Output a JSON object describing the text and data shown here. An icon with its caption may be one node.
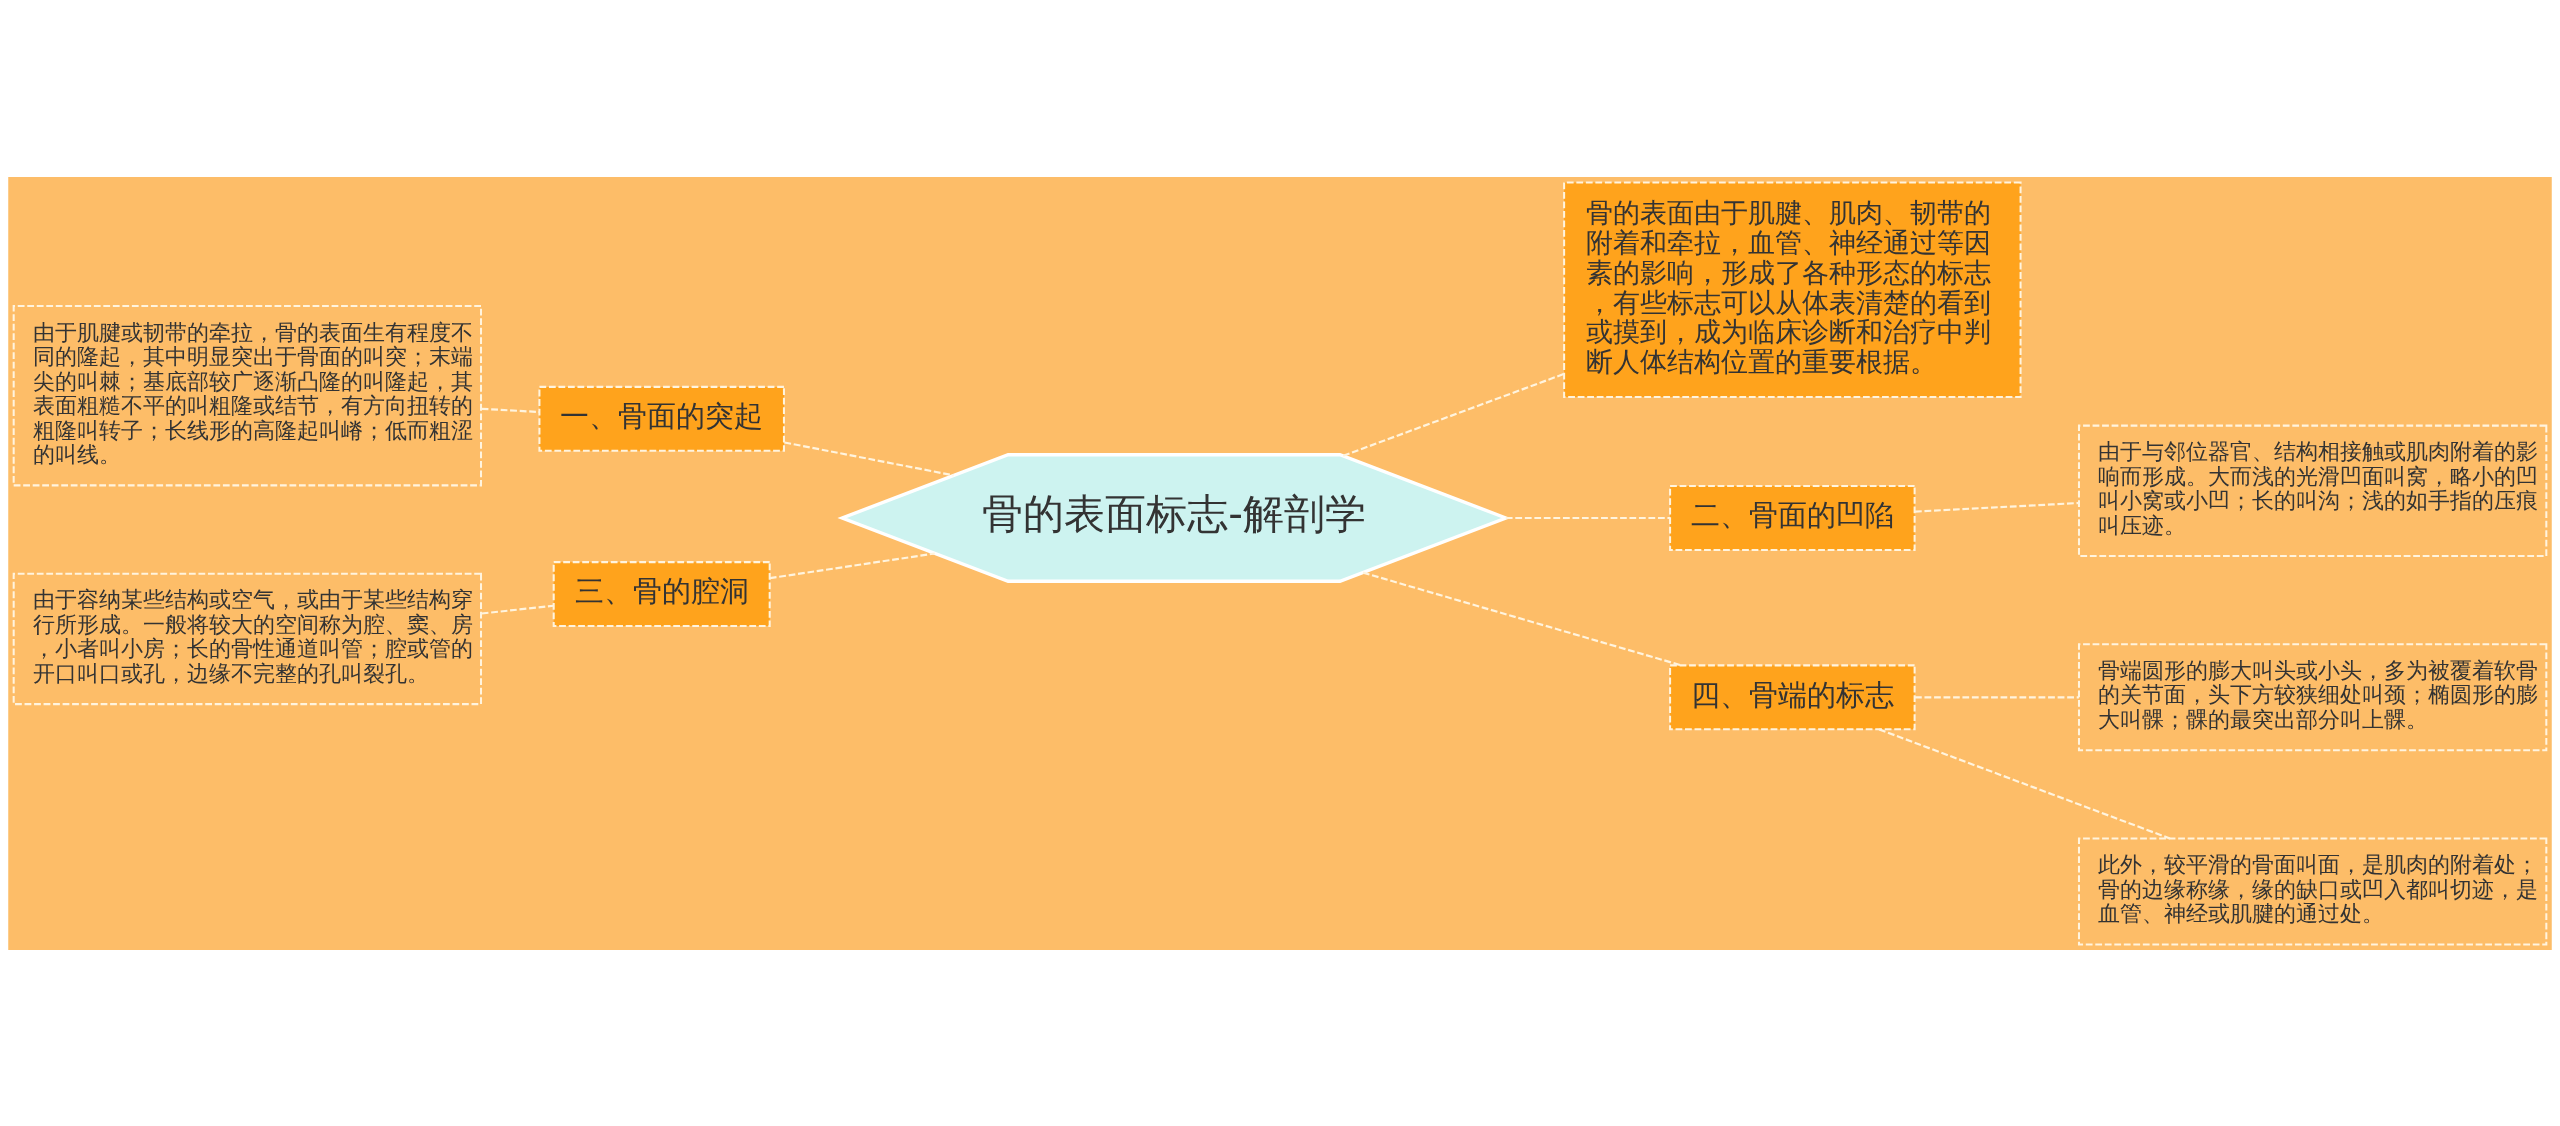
{
  "diagram": {
    "nodes": [
      {
        "text": [
          "骨的表面标志-解剖学"
        ]
      },
      {
        "text": [
          "一、骨面的突起"
        ]
      },
      {
        "text": [
          "由于肌腱或韧带的牵拉，骨的表面生有程度不同的隆起，其中明显突出于骨面的叫突；末端尖的叫棘；基底部较广逐渐凸隆的叫隆起，其表面粗糙不平的叫粗隆或结节，有方向扭转的粗隆叫转子；长线形的高隆起叫嵴；低而粗涩的叫线。"
        ]
      },
      {
        "text": [
          "三、骨的腔洞"
        ]
      },
      {
        "text": [
          "由于容纳某些结构或空气，或由于某些结构穿行所形成。一般将较大的空间称为腔、窦、房，小者叫小房；长的骨性通道叫管；腔或管的开口叫口或孔，边缘不完整的孔叫裂孔。"
        ]
      },
      {
        "text": [
          "骨的表面由于肌腱、肌肉、韧带的附着和牵拉，血管、神经通过等因素的影响，形成了各种形态的标志，有些标志可以从体表清楚的看到或摸到，成为临床诊断和治疗中判断人体结构位置的重要根据。"
        ]
      },
      {
        "text": [
          "二、骨面的凹陷"
        ]
      },
      {
        "text": [
          "由于与邻位器官、结构相接触或肌肉附着的影响而形成。大而浅的光滑凹面叫窝，略小的凹叫小窝或小凹；长的叫沟；浅的如手指的压痕叫压迹。"
        ]
      },
      {
        "text": [
          "四、骨端的标志"
        ]
      },
      {
        "text": [
          "骨端圆形的膨大叫头或小头，多为被覆着软骨的关节面，头下方较狭细处叫颈；椭圆形的膨大叫髁；髁的最突出部分叫上髁。"
        ]
      },
      {
        "text": [
          "此外，较平滑的骨面叫面，是肌肉的附着处；骨的边缘称缘，缘的缺口或凹入都叫切迹，是血管、神经或肌腱的通过处。"
        ]
      }
    ],
    "edges": [
      {
        "from": 1,
        "to": 0,
        "arrow": "none",
        "style": "dashed"
      },
      {
        "from": 2,
        "to": 1,
        "arrow": "none",
        "style": "dashed"
      },
      {
        "from": 3,
        "to": 0,
        "arrow": "none",
        "style": "dashed"
      },
      {
        "from": 4,
        "to": 3,
        "arrow": "none",
        "style": "dashed"
      },
      {
        "from": 0,
        "to": 5,
        "arrow": "none",
        "style": "dashed"
      },
      {
        "from": 0,
        "to": 6,
        "arrow": "none",
        "style": "dashed"
      },
      {
        "from": 6,
        "to": 7,
        "arrow": "none",
        "style": "dashed"
      },
      {
        "from": 0,
        "to": 8,
        "arrow": "none",
        "style": "dashed"
      },
      {
        "from": 8,
        "to": 9,
        "arrow": "none",
        "style": "dashed"
      },
      {
        "from": 8,
        "to": 10,
        "arrow": "none",
        "style": "dashed"
      }
    ]
  }
}
